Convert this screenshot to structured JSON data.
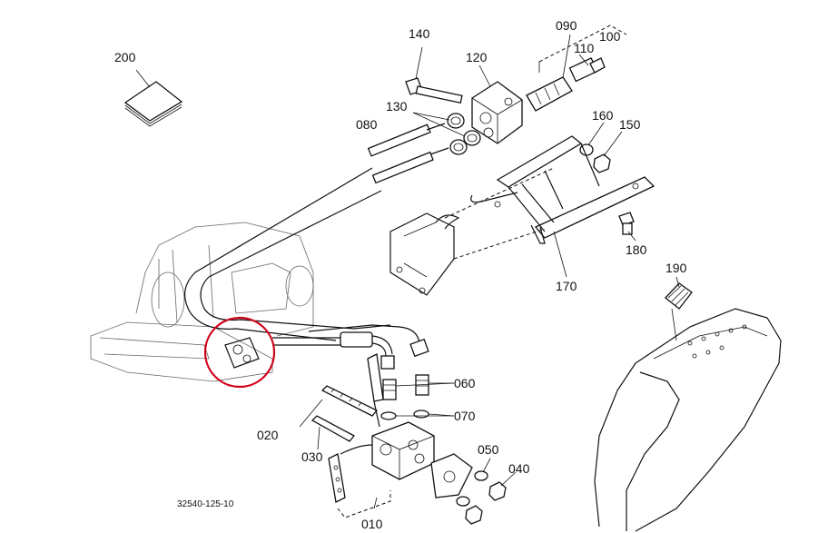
{
  "diagram": {
    "labels": {
      "p200": "200",
      "p140": "140",
      "p120": "120",
      "p090": "090",
      "p110": "110",
      "p100": "100",
      "p130": "130",
      "p080": "080",
      "p160": "160",
      "p150": "150",
      "p180": "180",
      "p170": "170",
      "p190": "190",
      "p060": "060",
      "p070": "070",
      "p020": "020",
      "p030": "030",
      "p050": "050",
      "p040": "040",
      "p010": "010"
    },
    "drawing_number": "32540-125-10",
    "highlight_color": "#d0021b"
  }
}
